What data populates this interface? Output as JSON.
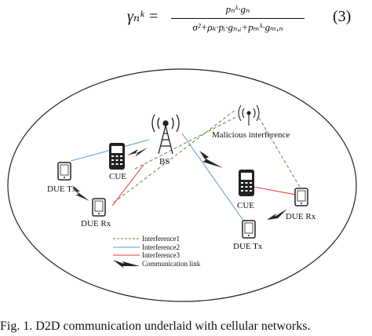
{
  "equation": {
    "lhs": "γₙᵏ =",
    "numerator": "pₙᵏ·gₙ",
    "denominator": "σ²+ρₖ·pᵢ·gₙ,ᵢ+pₘᵏ·gₘ,ₙ",
    "number": "(3)"
  },
  "labels": {
    "bs": "BS",
    "cue_left": "CUE",
    "cue_right": "CUE",
    "malicious": "Malicious interference",
    "due_tx_left": "DUE Tx",
    "due_rx_left": "DUE Rx",
    "due_rx_right": "DUE Rx",
    "due_tx_right": "DUE Tx"
  },
  "legend": [
    {
      "label": "Interference1",
      "color": "#5a8a3a",
      "style": "dashed"
    },
    {
      "label": "Interference2",
      "color": "#5b9bd5",
      "style": "solid"
    },
    {
      "label": "Interference3",
      "color": "#e03a3a",
      "style": "solid"
    },
    {
      "label": "Communication link",
      "color": "#222222",
      "style": "lightning"
    }
  ],
  "caption": "Fig. 1. D2D communication underlaid with cellular networks."
}
